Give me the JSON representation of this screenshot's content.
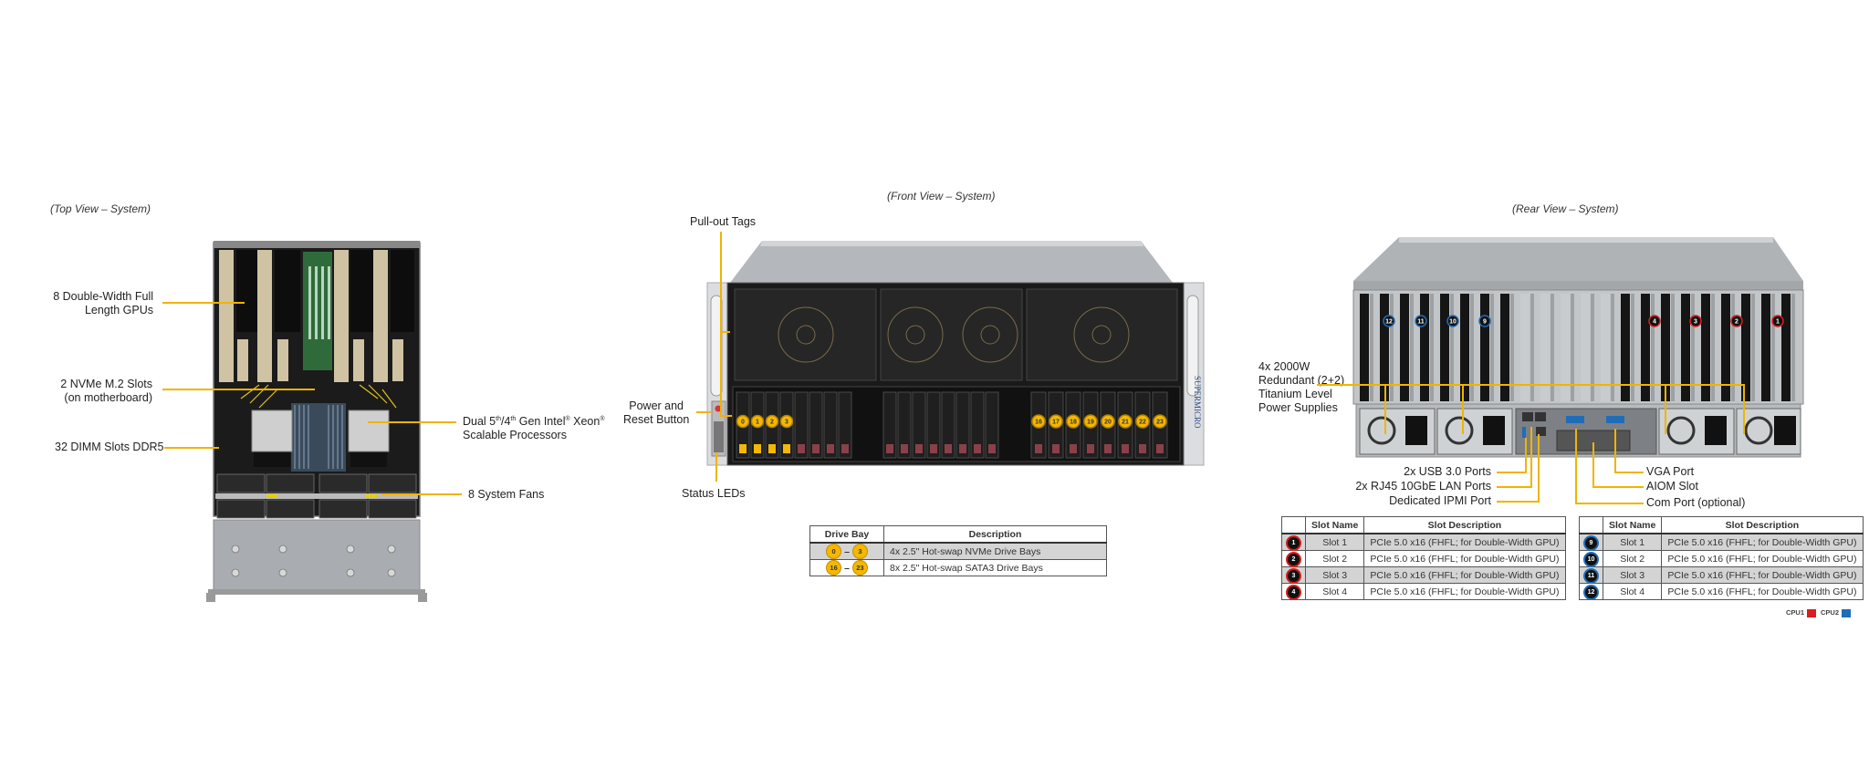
{
  "colors": {
    "leader": "#f0b400",
    "drive_badge": "#f5b800",
    "cpu1": "#d81e1e",
    "cpu2": "#1f6db8"
  },
  "top_view": {
    "caption": "(Top View – System)",
    "callouts": {
      "gpus": [
        "8 Double-Width Full",
        "Length GPUs"
      ],
      "nvme": [
        "2 NVMe M.2 Slots",
        "(on motherboard)"
      ],
      "dimm": "32 DIMM Slots DDR5",
      "cpu_line1": "Dual 5th/4th Gen Intel® Xeon®",
      "cpu_line1_parts": [
        "Dual 5",
        "th",
        "/4",
        "th",
        " Gen Intel",
        "®",
        " Xeon",
        "®"
      ],
      "cpu_line2": "Scalable Processors",
      "fans": "8 System Fans"
    }
  },
  "front_view": {
    "caption": "(Front View – System)",
    "callouts": {
      "pullout": "Pull-out Tags",
      "power": [
        "Power and",
        "Reset Button"
      ],
      "leds": "Status LEDs"
    },
    "brand": "SUPERMICRO",
    "nvme_bays": [
      "0",
      "1",
      "2",
      "3"
    ],
    "sata_bays": [
      "16",
      "17",
      "18",
      "19",
      "20",
      "21",
      "22",
      "23"
    ],
    "table": {
      "headers": [
        "Drive Bay",
        "Description"
      ],
      "rows": [
        {
          "from": "0",
          "to": "3",
          "description": "4x 2.5\" Hot-swap NVMe Drive Bays"
        },
        {
          "from": "16",
          "to": "23",
          "description": "8x 2.5\" Hot-swap SATA3 Drive Bays"
        }
      ]
    }
  },
  "rear_view": {
    "caption": "(Rear View – System)",
    "callouts": {
      "psu": [
        "4x 2000W",
        "Redundant  (2+2)",
        "Titanium  Level",
        "Power Supplies"
      ],
      "usb": "2x USB  3.0 Ports",
      "lan": "2x RJ45  10GbE LAN Ports",
      "ipmi": "Dedicated IPMI  Port",
      "vga": "VGA Port",
      "aiom": "AIOM Slot",
      "com": "Com Port (optional)"
    },
    "cpu2_slots": [
      "12",
      "11",
      "10",
      "9"
    ],
    "cpu1_slots": [
      "4",
      "3",
      "2",
      "1"
    ],
    "table_cpu1": {
      "headers": [
        "",
        "Slot Name",
        "Slot Description"
      ],
      "rows": [
        {
          "badge": "1",
          "name": "Slot 1",
          "description": "PCIe 5.0 x16 (FHFL; for Double-Width  GPU)"
        },
        {
          "badge": "2",
          "name": "Slot 2",
          "description": "PCIe 5.0 x16 (FHFL; for Double-Width  GPU)"
        },
        {
          "badge": "3",
          "name": "Slot 3",
          "description": "PCIe 5.0 x16 (FHFL; for Double-Width  GPU)"
        },
        {
          "badge": "4",
          "name": "Slot 4",
          "description": "PCIe 5.0 x16 (FHFL; for Double-Width  GPU)"
        }
      ]
    },
    "table_cpu2": {
      "headers": [
        "",
        "Slot Name",
        "Slot Description"
      ],
      "rows": [
        {
          "badge": "9",
          "name": "Slot 1",
          "description": "PCIe 5.0 x16 (FHFL; for Double-Width  GPU)"
        },
        {
          "badge": "10",
          "name": "Slot 2",
          "description": "PCIe 5.0 x16 (FHFL; for Double-Width  GPU)"
        },
        {
          "badge": "11",
          "name": "Slot 3",
          "description": "PCIe 5.0 x16 (FHFL; for Double-Width  GPU)"
        },
        {
          "badge": "12",
          "name": "Slot 4",
          "description": "PCIe 5.0 x16 (FHFL; for Double-Width  GPU)"
        }
      ]
    },
    "legend": {
      "cpu1": "CPU1",
      "cpu2": "CPU2"
    }
  }
}
